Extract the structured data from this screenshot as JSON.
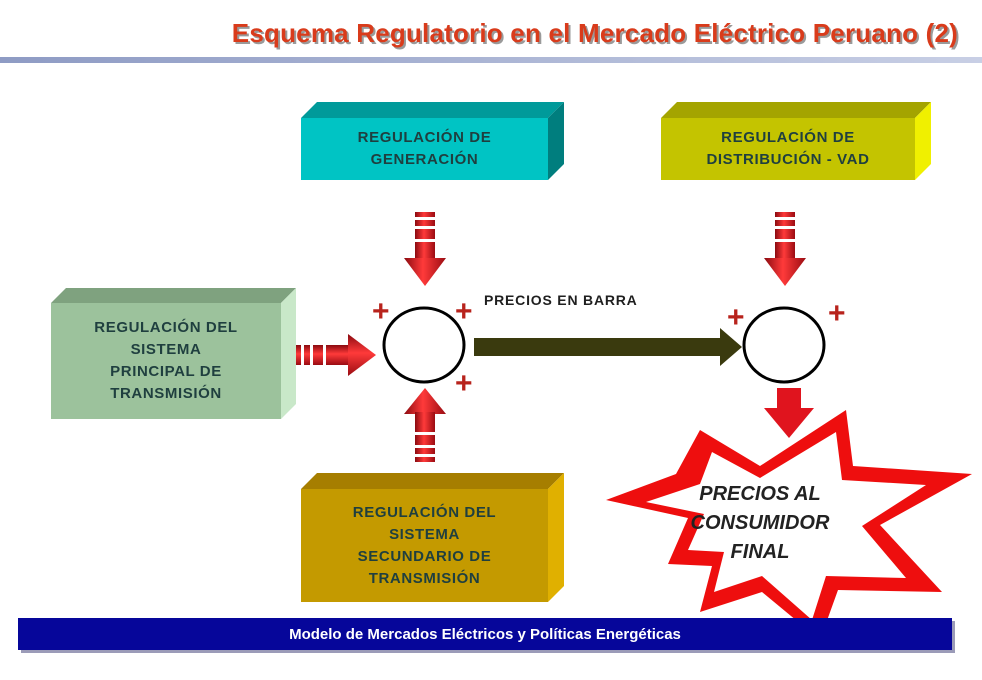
{
  "title": "Esquema  Regulatorio en el Mercado Eléctrico Peruano (2)",
  "boxes": {
    "generacion": "REGULACIÓN DE\nGENERACIÓN",
    "distribucion": "REGULACIÓN DE\nDISTRIBUCIÓN - VAD",
    "principal": "REGULACIÓN DEL\nSISTEMA\nPRINCIPAL DE\nTRANSMISIÓN",
    "secundario": "REGULACIÓN DEL\nSISTEMA\nSECUNDARIO DE\nTRANSMISIÓN"
  },
  "signs": {
    "plus": "+"
  },
  "labels": {
    "precios_barra": "PRECIOS EN BARRA",
    "precios_consumidor": "PRECIOS AL\nCONSUMIDOR\nFINAL"
  },
  "footer": "Modelo de Mercados Eléctricos y Políticas Energéticas",
  "colors": {
    "title": "#d93b1b",
    "generacion": "#00c4c4",
    "distribucion": "#c4c400",
    "principal": "#9cc29c",
    "secundario": "#c49a00",
    "arrow_red": "#e0141e",
    "arrow_dark": "#3a3a0e",
    "footer": "#06069a"
  }
}
